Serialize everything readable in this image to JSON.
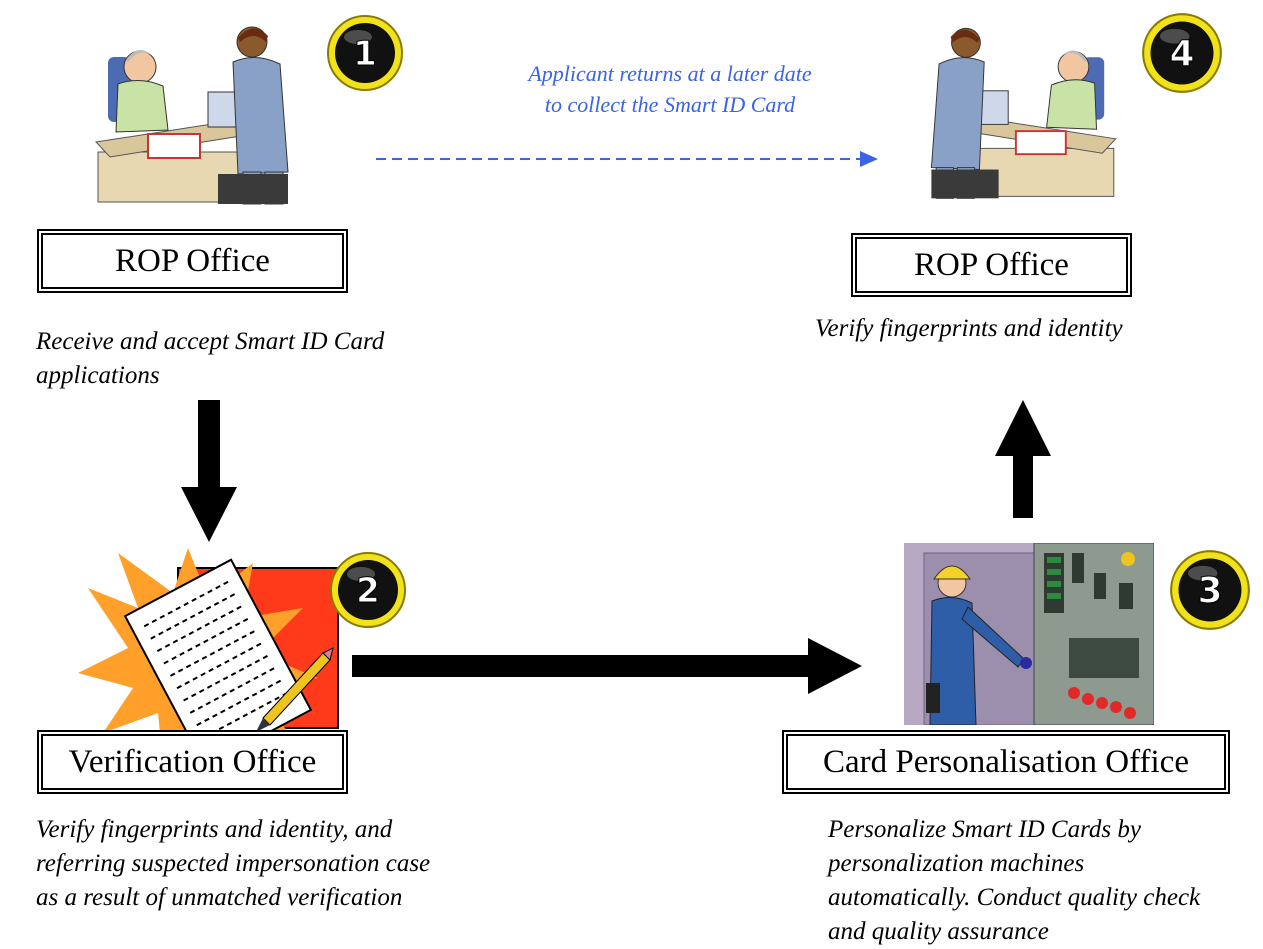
{
  "steps": [
    {
      "number": "1",
      "office": "ROP Office",
      "caption": "Receive and accept Smart ID Card applications"
    },
    {
      "number": "2",
      "office": "Verification Office",
      "caption": "Verify fingerprints and identity, and referring suspected impersonation case as a result of unmatched verification"
    },
    {
      "number": "3",
      "office": "Card Personalisation Office",
      "caption": "Personalize Smart ID Cards by personalization machines automatically. Conduct quality check and quality assurance"
    },
    {
      "number": "4",
      "office": "ROP Office",
      "caption": "Verify fingerprints and identity"
    }
  ],
  "return_note": "Applicant returns at a later date to collect the Smart ID Card",
  "colors": {
    "note": "#3b63e6",
    "badge_ring": "#f2e21a",
    "badge_fill": "#111111",
    "arrow": "#000000"
  }
}
